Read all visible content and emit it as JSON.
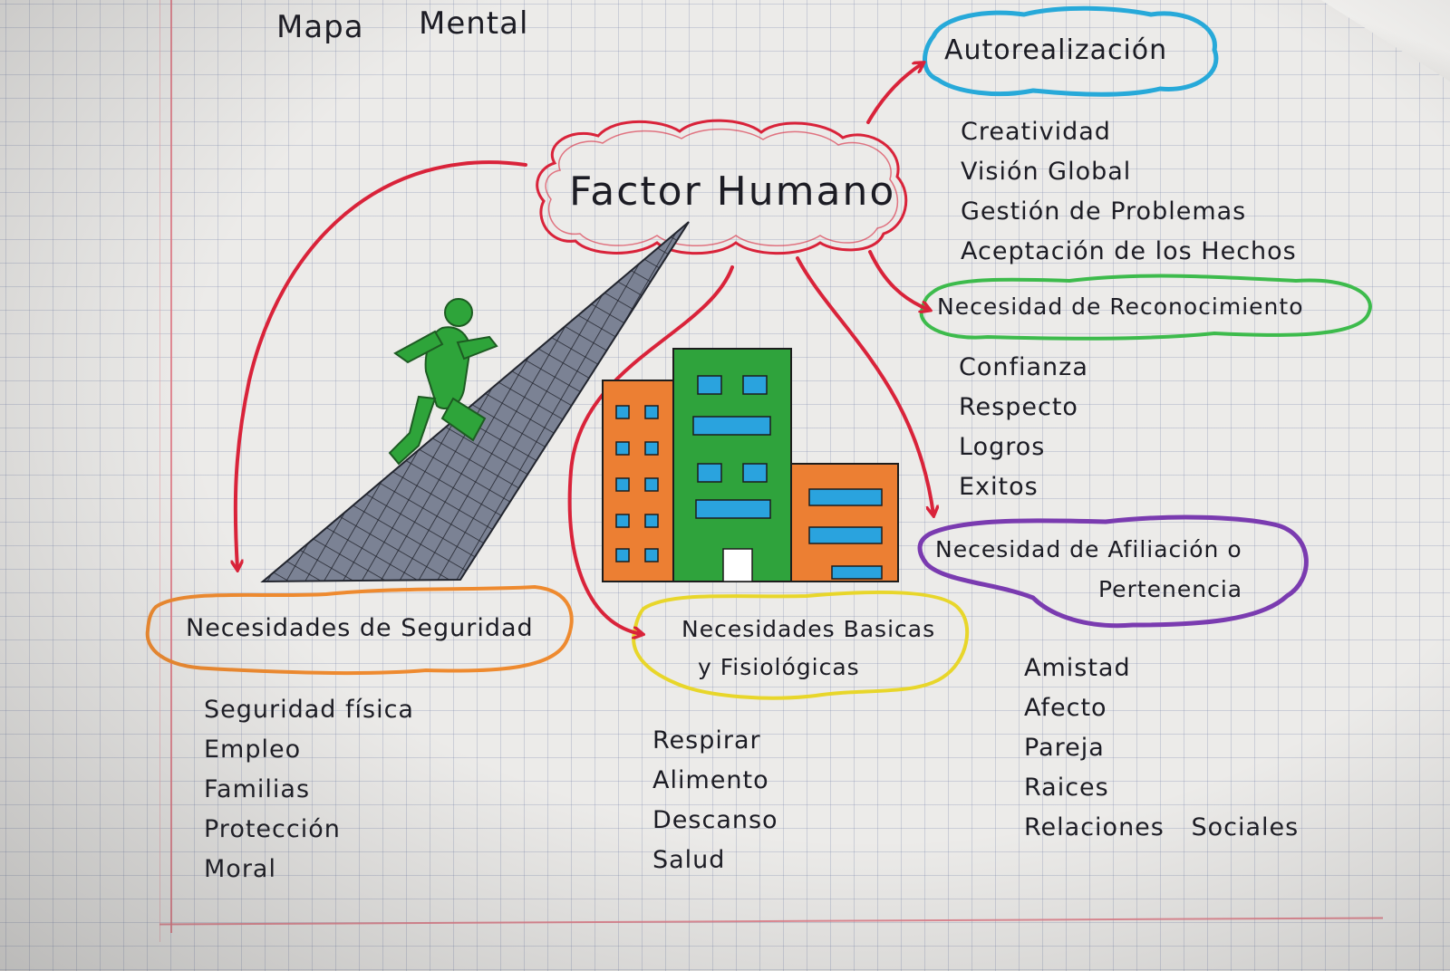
{
  "title": {
    "word1": "Mapa",
    "word2": "Mental"
  },
  "center": {
    "label": "Factor Humano"
  },
  "categories": {
    "autorealizacion": {
      "label": "Autorealización",
      "color": "#27a9d9",
      "items": [
        "Creatividad",
        "Visión Global",
        "Gestión de Problemas",
        "Aceptación de los Hechos"
      ]
    },
    "reconocimiento": {
      "label": "Necesidad de Reconocimiento",
      "color": "#3dbb4c",
      "items": [
        "Confianza",
        "Respecto",
        "Logros",
        "Exitos"
      ]
    },
    "afiliacion": {
      "label_line1": "Necesidad de Afiliación o",
      "label_line2": "Pertenencia",
      "color": "#7a3bb0",
      "items": [
        "Amistad",
        "Afecto",
        "Pareja",
        "Raices",
        "Relaciones Sociales"
      ]
    },
    "basicas": {
      "label_line1": "Necesidades Basicas",
      "label_line2": "y Fisiológicas",
      "color": "#e8d62a",
      "items": [
        "Respirar",
        "Alimento",
        "Descanso",
        "Salud"
      ]
    },
    "seguridad": {
      "label": "Necesidades de Seguridad",
      "color": "#ee8a2f",
      "items": [
        "Seguridad física",
        "Empleo",
        "Familias",
        "Protección",
        "Moral"
      ]
    }
  },
  "colors": {
    "arrow": "#d9233a",
    "center_outline": "#d9233a",
    "runner": "#2ea43a",
    "stairs": "#6d7487",
    "building_green": "#2fa33c",
    "building_orange": "#ec7f33",
    "window_blue": "#2aa3de"
  }
}
